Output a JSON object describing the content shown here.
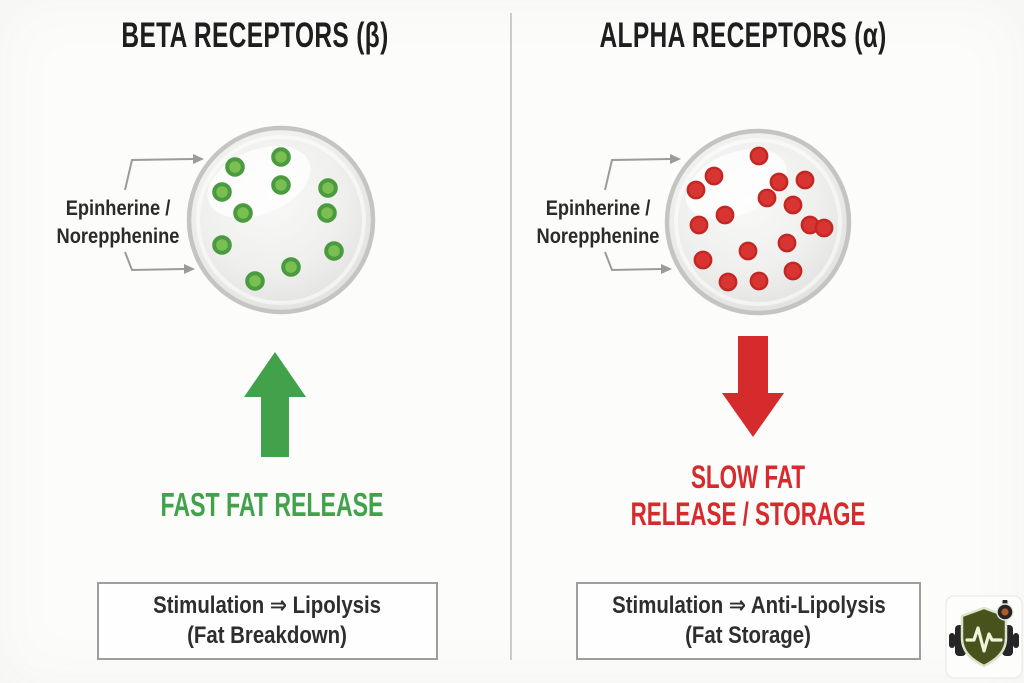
{
  "colors": {
    "green": "#42a24b",
    "red": "#d62b2d",
    "title_text": "#1e1e1e",
    "label_text": "#2b2b2b",
    "box_text": "#2e2e2e",
    "box_border": "#9e9e9c",
    "divider": "#c9cdca",
    "connector": "#9b9b9b",
    "cell_rim": "#c4c4c2",
    "green_dot_fill": "#7abf51",
    "green_dot_ring": "#4a9a40",
    "red_dot_fill": "#d83431",
    "red_dot_ring": "#c22724"
  },
  "beta": {
    "title": "BETA RECEPTORS (β)",
    "ligand_line1": "Epinherine /",
    "ligand_line2": "Norepphenine",
    "arrow_direction": "up",
    "effect": "FAST FAT RELEASE",
    "box_line1": "Stimulation ⇒ Lipolysis",
    "box_line2": "(Fat Breakdown)",
    "dots": [
      [
        -46,
        -53
      ],
      [
        0,
        -63
      ],
      [
        -59,
        -28
      ],
      [
        0,
        -35
      ],
      [
        47,
        -32
      ],
      [
        -38,
        -7
      ],
      [
        46,
        -7
      ],
      [
        -59,
        25
      ],
      [
        53,
        31
      ],
      [
        10,
        47
      ],
      [
        -26,
        61
      ]
    ]
  },
  "alpha": {
    "title": "ALPHA RECEPTORS (α)",
    "ligand_line1": "Epinherine /",
    "ligand_line2": "Norepphenine",
    "arrow_direction": "down",
    "effect_line1": "SLOW FAT",
    "effect_line2": "RELEASE / STORAGE",
    "box_line1": "Stimulation ⇒ Anti-Lipolysis",
    "box_line2": "(Fat Storage)",
    "dots": [
      [
        1,
        -66
      ],
      [
        -44,
        -46
      ],
      [
        21,
        -40
      ],
      [
        47,
        -42
      ],
      [
        -62,
        -32
      ],
      [
        9,
        -24
      ],
      [
        35,
        -17
      ],
      [
        -33,
        -7
      ],
      [
        -59,
        3
      ],
      [
        52,
        3
      ],
      [
        66,
        6
      ],
      [
        29,
        21
      ],
      [
        -10,
        29
      ],
      [
        -55,
        38
      ],
      [
        35,
        49
      ],
      [
        -30,
        60
      ],
      [
        1,
        59
      ]
    ]
  }
}
